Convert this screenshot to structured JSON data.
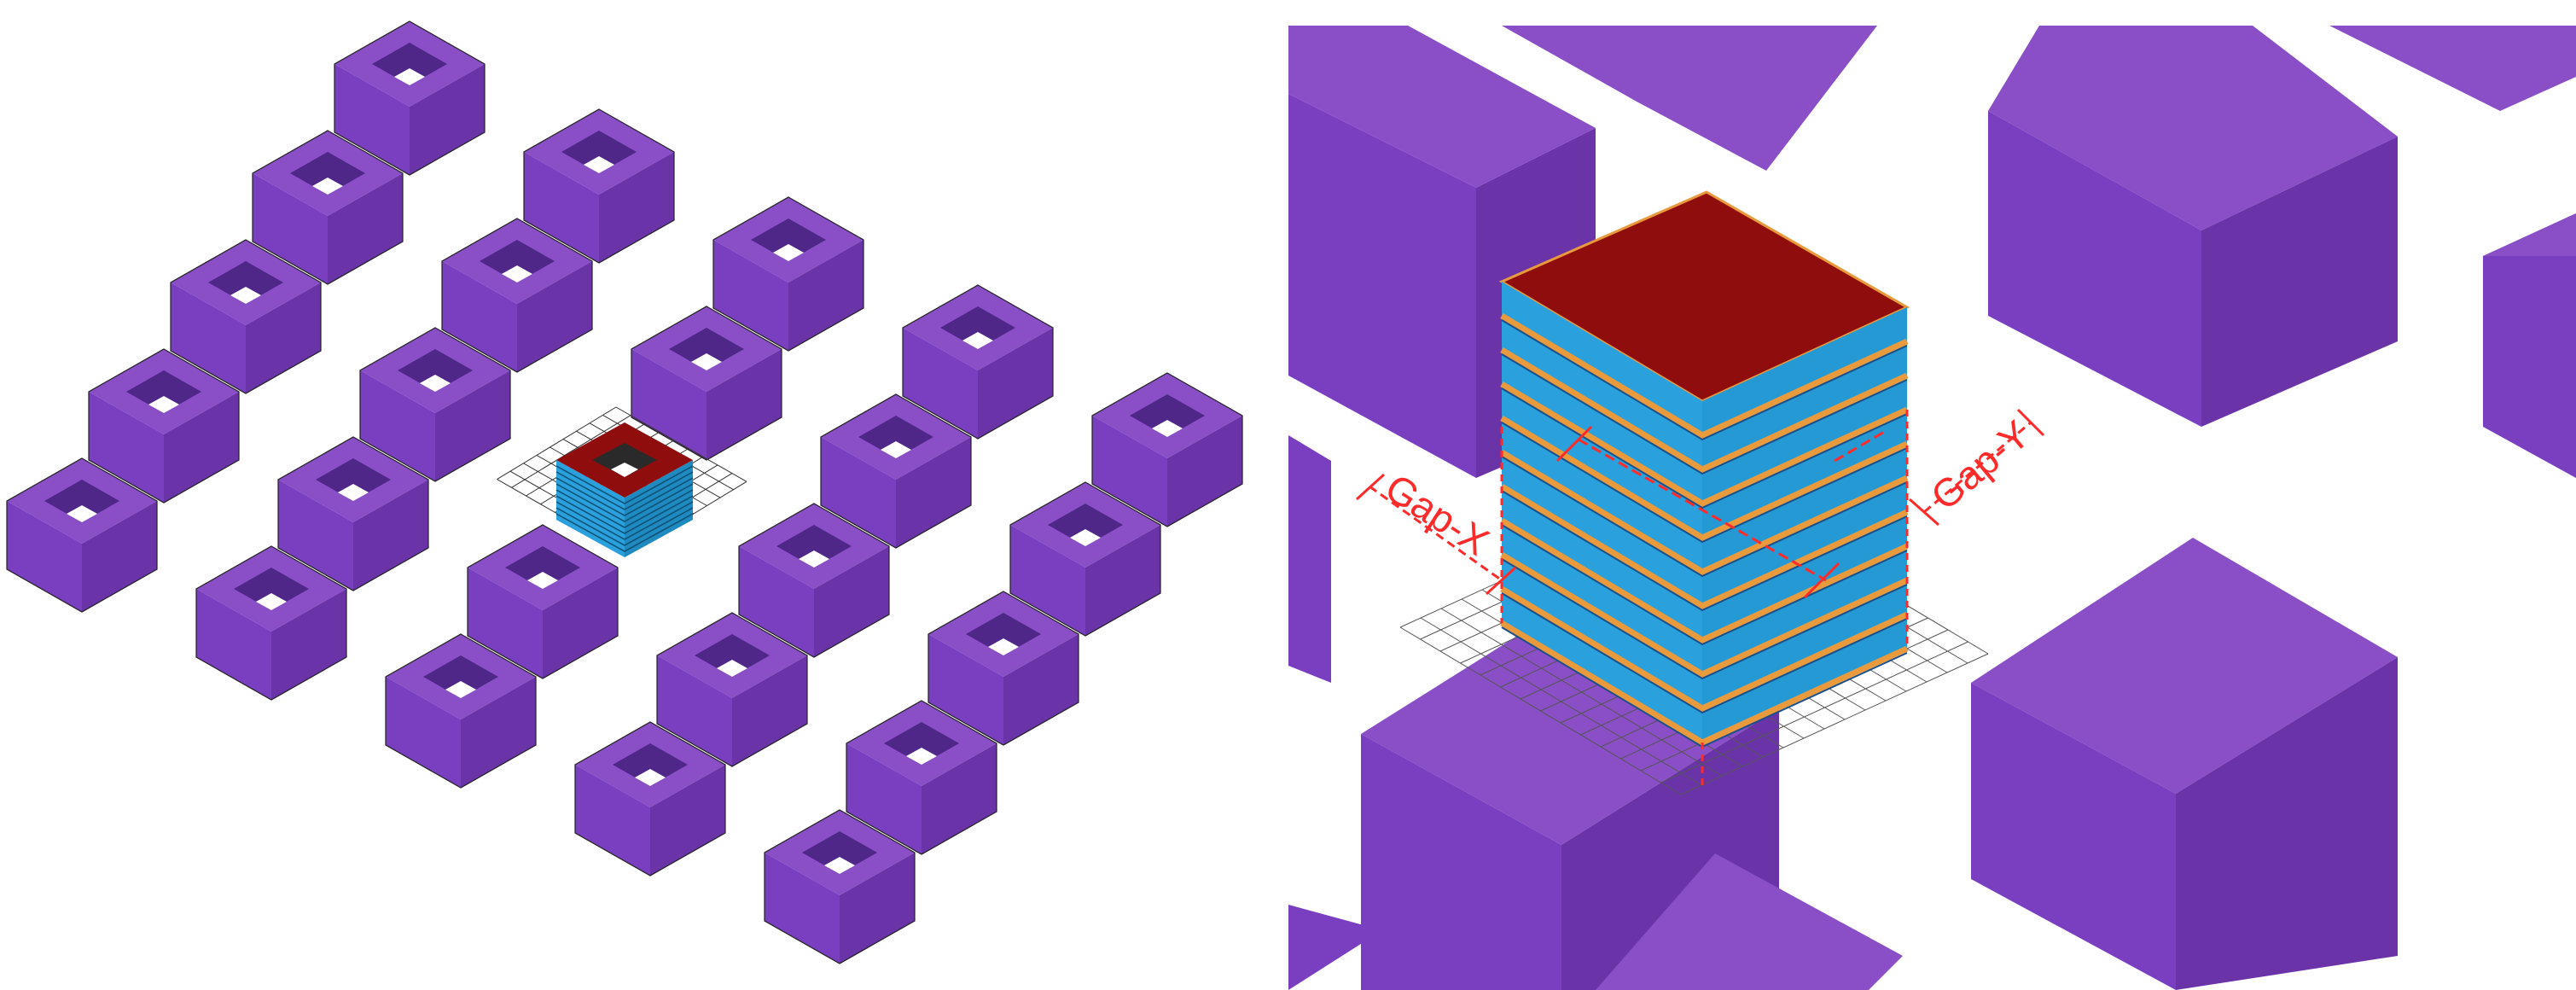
{
  "colors": {
    "block_top": "#8a4fc7",
    "block_left": "#7a3fc0",
    "block_right": "#6a34a8",
    "block_inner_dark": "#4f2788",
    "roof_red": "#8f0d0d",
    "facade_blue": "#2aa0dc",
    "facade_stripe": "#e89a3c",
    "dim_red": "#ff2a2a",
    "grid_line": "#333333"
  },
  "left_panel": {
    "description_icon": "urban-block-array",
    "rows": 5,
    "columns": 5
  },
  "right_panel": {
    "gap_x_label": "Gap-X",
    "gap_y_label": "Gap-Y"
  }
}
